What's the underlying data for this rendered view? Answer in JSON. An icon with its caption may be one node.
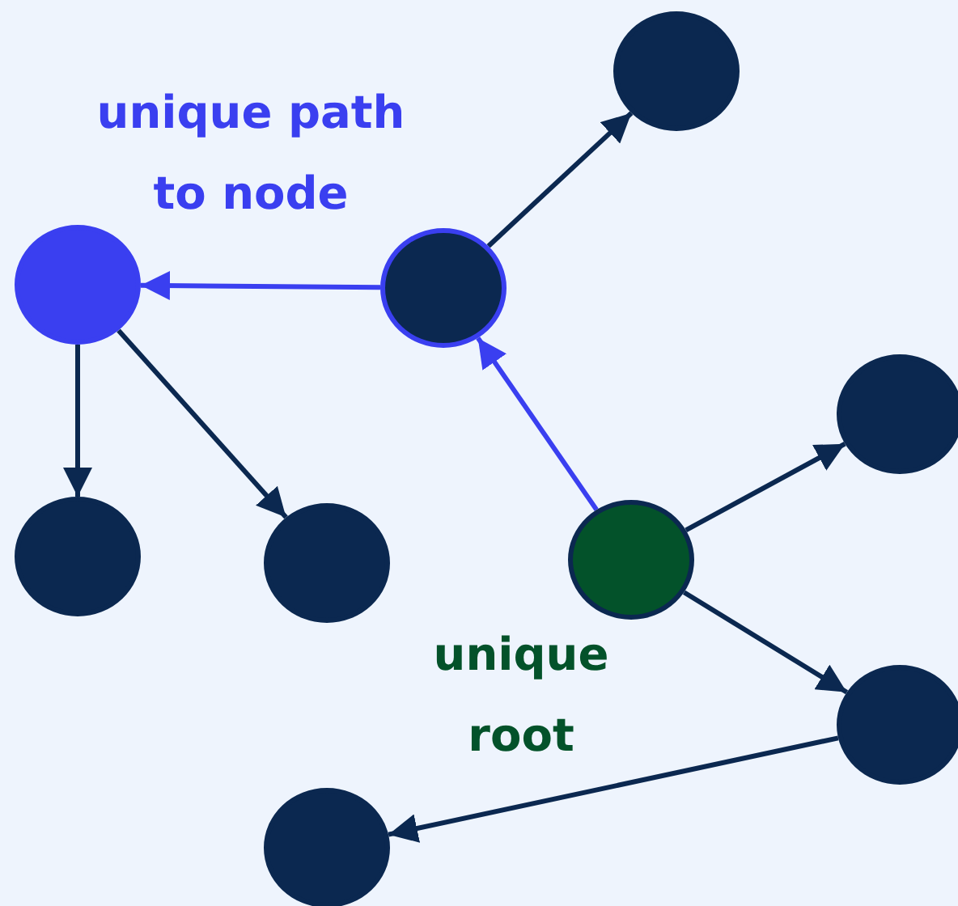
{
  "diagram": {
    "nodes": [
      {
        "text": [],
        "shape": "circle"
      },
      {
        "text": [],
        "shape": "circle",
        "beside": [
          "unique path to node"
        ]
      },
      {
        "text": [],
        "shape": "circle"
      },
      {
        "text": [],
        "shape": "circle"
      },
      {
        "text": [],
        "shape": "circle"
      },
      {
        "text": [],
        "shape": "circle"
      },
      {
        "text": [],
        "shape": "circle",
        "beside": [
          "unique root"
        ]
      },
      {
        "text": [],
        "shape": "circle"
      },
      {
        "text": [],
        "shape": "circle"
      }
    ],
    "edges": [
      {
        "from": 2,
        "to": 0,
        "arrow": "to"
      },
      {
        "from": 2,
        "to": 1,
        "arrow": "to",
        "color": "#3a3ff0"
      },
      {
        "from": 6,
        "to": 2,
        "arrow": "to",
        "color": "#3a3ff0"
      },
      {
        "from": 1,
        "to": 4,
        "arrow": "to"
      },
      {
        "from": 1,
        "to": 5,
        "arrow": "to"
      },
      {
        "from": 6,
        "to": 3,
        "arrow": "to"
      },
      {
        "from": 6,
        "to": 7,
        "arrow": "to"
      },
      {
        "from": 7,
        "to": 8,
        "arrow": "to"
      }
    ]
  }
}
